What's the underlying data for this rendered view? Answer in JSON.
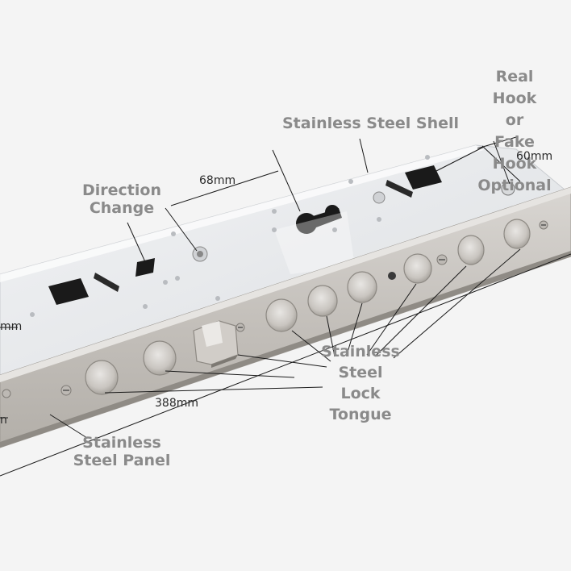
{
  "labels": {
    "shell": "Stainless Steel Shell",
    "direction_line1": "Direction",
    "direction_line2": "Change",
    "hook_line1": "Real",
    "hook_line2": "Hook",
    "hook_line3": "or",
    "hook_line4": "Fake",
    "hook_line5": "Hook",
    "hook_line6": "Optional",
    "tongue_line1": "Stainless",
    "tongue_line2": "Steel",
    "tongue_line3": "Lock",
    "tongue_line4": "Tongue",
    "panel_line1": "Stainless",
    "panel_line2": "Steel Panel"
  },
  "dimensions": {
    "shell_width": "68mm",
    "hook_offset": "60mm",
    "panel_length": "388mm",
    "left_edge_1": "mm",
    "left_edge_2": "n"
  },
  "colors": {
    "background": "#f4f4f4",
    "label": "#8a8a8a",
    "dimension_text": "#2a2a2a",
    "steel_panel": "#c7c3be",
    "shell": "#e6e8ea"
  }
}
